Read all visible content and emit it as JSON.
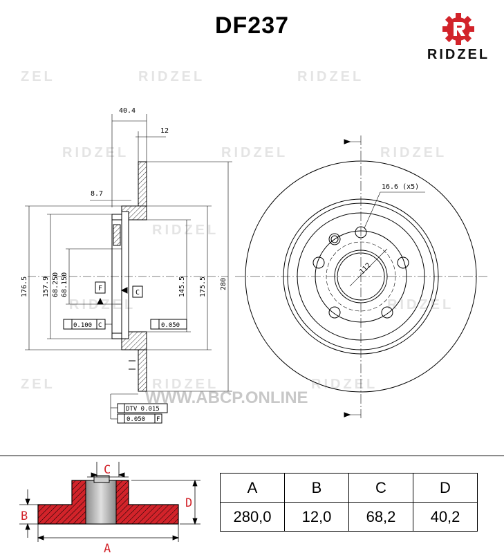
{
  "title": "DF237",
  "brand": {
    "name": "RIDZEL",
    "color": "#d2232a"
  },
  "watermarks": {
    "brand": "RIDZEL",
    "partial": "ZEL",
    "site": "WWW.ABCP.ONLINE"
  },
  "drawing_labels": {
    "total_height": "40.4",
    "disc_thickness": "12",
    "hub_step": "8.7",
    "dia_176": "176.5",
    "dia_157": "157.9",
    "dia_68_250": "68.250",
    "dia_68_150": "68.150",
    "dia_145": "145.5",
    "dia_175": "175.5",
    "dia_280": "280",
    "datum_f": "F",
    "datum_c": "C",
    "tol_left_val": "0.100",
    "tol_left_ref": "C",
    "tol_right_val": "0.050",
    "dtv": "DTV 0.015",
    "runout_val": "0.050",
    "runout_ref": "F",
    "bolt_holes": "16.6 (x5)",
    "pcd": "112"
  },
  "legend": {
    "A": "A",
    "B": "B",
    "C": "C",
    "D": "D"
  },
  "table": {
    "headers": [
      "A",
      "B",
      "C",
      "D"
    ],
    "values": [
      "280,0",
      "12,0",
      "68,2",
      "40,2"
    ]
  }
}
